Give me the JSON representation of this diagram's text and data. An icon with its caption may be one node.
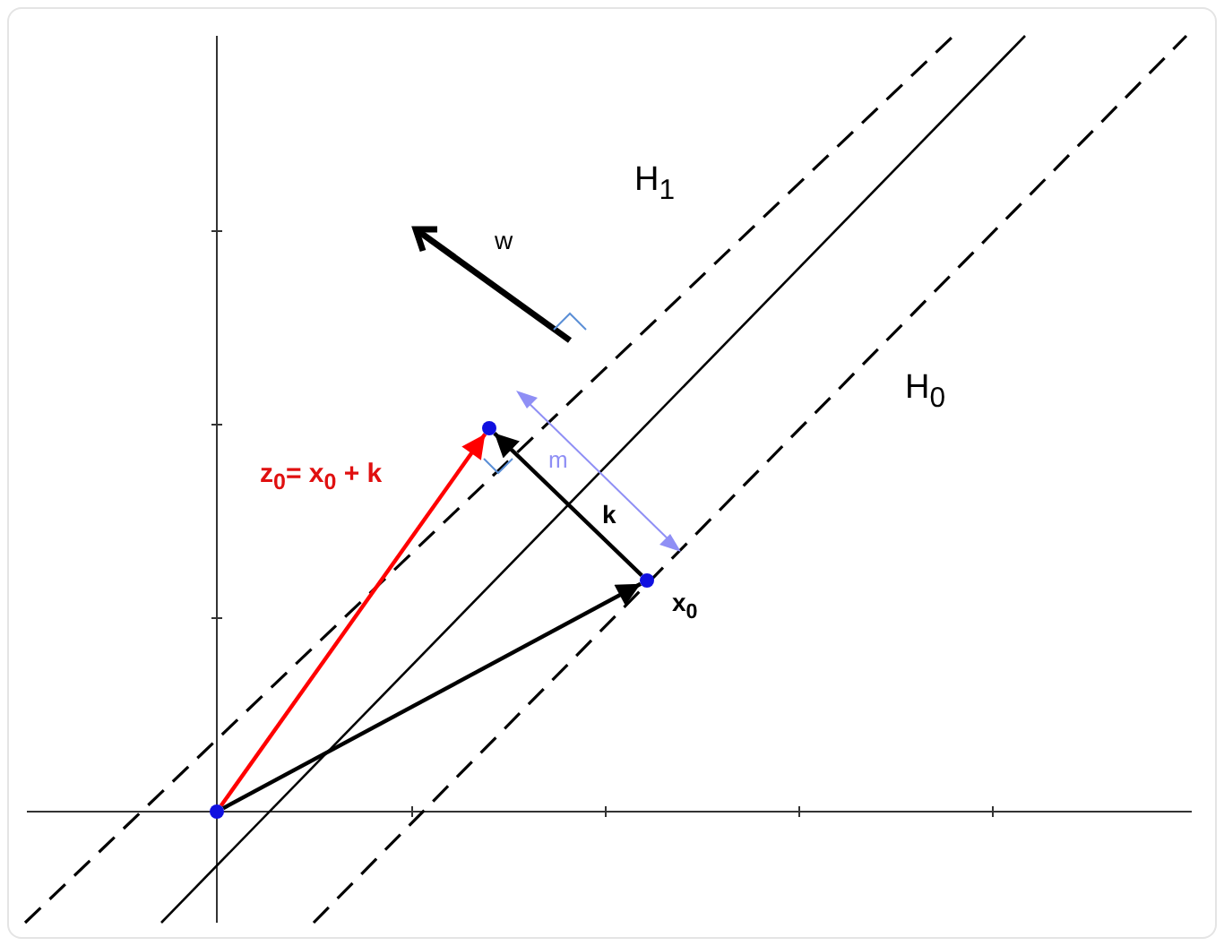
{
  "diagram": {
    "nodes": [
      {
        "text": [],
        "shape": "circle"
      },
      {
        "text": [],
        "shape": "circle",
        "beside": [
          "z$_{0}$= x$_{0}$ + k"
        ]
      },
      {
        "text": [],
        "shape": "circle",
        "beside": [
          "x$_{0}$"
        ]
      }
    ],
    "edges": [
      {
        "from": 0,
        "to": 1,
        "arrow": "to",
        "color": "#ff0000"
      },
      {
        "from": 0,
        "to": 2,
        "arrow": "to"
      },
      {
        "from": 2,
        "to": 1,
        "arrow": "to",
        "label": "k"
      }
    ],
    "labels": [
      "H$_{1}$",
      "w",
      "m",
      "H$_{0}$"
    ]
  }
}
